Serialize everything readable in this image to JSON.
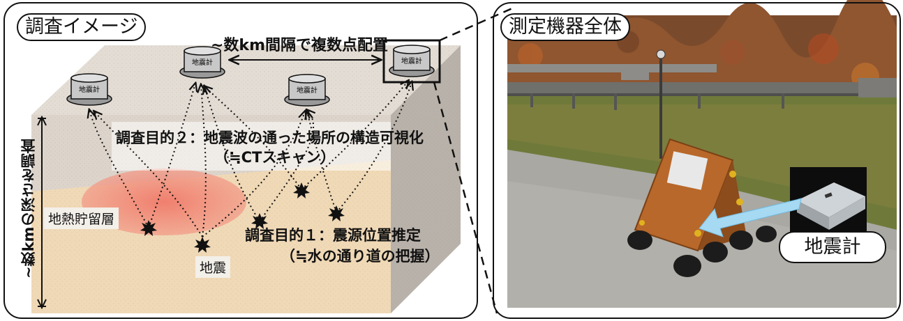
{
  "survey_image": {
    "title": "調査イメージ",
    "spacing_label": "~数km間隔で複数点配置",
    "purpose2_line1": "調査目的２：地震波の通った場所の構造可視化",
    "purpose2_line2": "（≒CTスキャン）",
    "purpose1_line1": "調査目的１：震源位置推定",
    "purpose1_line2": "（≒水の通り道の把握）",
    "reservoir_label": "地熱貯留層",
    "earthquake_label": "地震",
    "depth_label": "~数kmの深さを調査",
    "seismometer_label": "地震計"
  },
  "equipment_photo": {
    "title": "測定機器全体",
    "seismometer_callout": "地震計"
  },
  "colors": {
    "block_top": "#e4ddd5",
    "block_upper": "#ddd5cc",
    "block_lower": "#f0d9b7",
    "block_side": "#b9b2aa",
    "reservoir": "#f08c7e",
    "arrow_callout": "#a6d9f2",
    "box_panel": "#b8682a"
  }
}
